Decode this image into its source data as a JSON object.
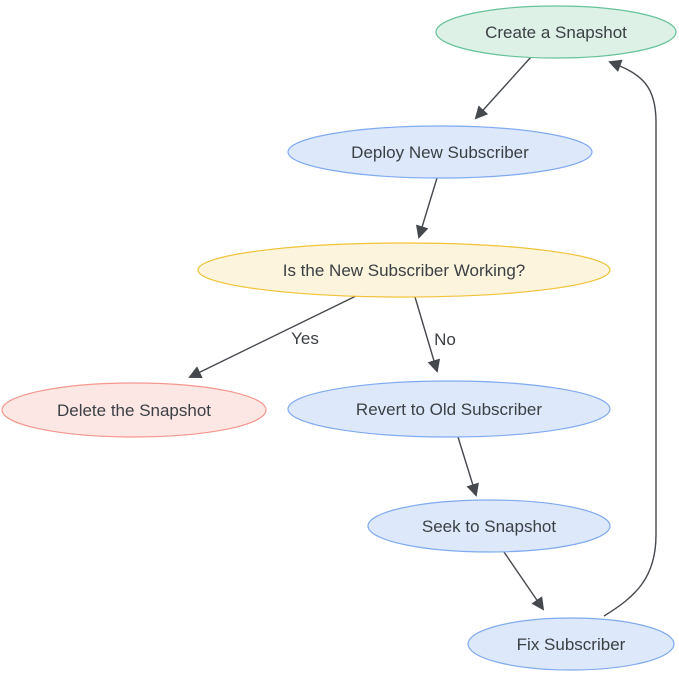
{
  "diagram": {
    "type": "flowchart",
    "background": "#ffffff",
    "text_color": "#3b4045",
    "edge_color": "#45494e",
    "nodes": {
      "create_snapshot": {
        "label": "Create a Snapshot",
        "shape": "ellipse",
        "fill": "#ddf1e7",
        "stroke": "#66c298"
      },
      "deploy_new_subscriber": {
        "label": "Deploy New Subscriber",
        "shape": "ellipse",
        "fill": "#dde9fa",
        "stroke": "#80aaf0"
      },
      "is_new_subscriber_working": {
        "label": "Is the New Subscriber Working?",
        "shape": "ellipse",
        "fill": "#fcf4dc",
        "stroke": "#f1c338"
      },
      "delete_the_snapshot": {
        "label": "Delete the Snapshot",
        "shape": "ellipse",
        "fill": "#fde7e5",
        "stroke": "#f5978e"
      },
      "revert_to_old_subscriber": {
        "label": "Revert to Old Subscriber",
        "shape": "ellipse",
        "fill": "#dde9fa",
        "stroke": "#80aaf0"
      },
      "seek_to_snapshot": {
        "label": "Seek to Snapshot",
        "shape": "ellipse",
        "fill": "#dde9fa",
        "stroke": "#80aaf0"
      },
      "fix_subscriber": {
        "label": "Fix Subscriber",
        "shape": "ellipse",
        "fill": "#dde9fa",
        "stroke": "#80aaf0"
      }
    },
    "edges": [
      {
        "from": "create_snapshot",
        "to": "deploy_new_subscriber",
        "label": ""
      },
      {
        "from": "deploy_new_subscriber",
        "to": "is_new_subscriber_working",
        "label": ""
      },
      {
        "from": "is_new_subscriber_working",
        "to": "delete_the_snapshot",
        "label": "Yes"
      },
      {
        "from": "is_new_subscriber_working",
        "to": "revert_to_old_subscriber",
        "label": "No"
      },
      {
        "from": "revert_to_old_subscriber",
        "to": "seek_to_snapshot",
        "label": ""
      },
      {
        "from": "seek_to_snapshot",
        "to": "fix_subscriber",
        "label": ""
      },
      {
        "from": "fix_subscriber",
        "to": "create_snapshot",
        "label": ""
      }
    ]
  }
}
